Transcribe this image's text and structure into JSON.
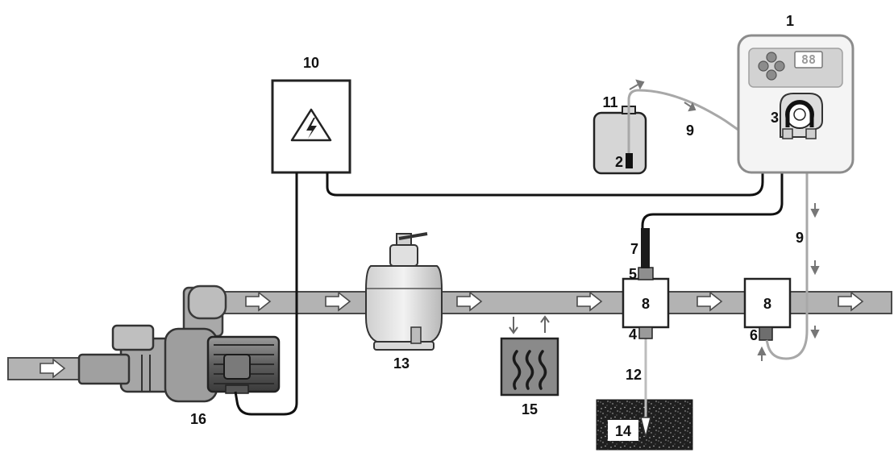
{
  "labels": {
    "controller": "1",
    "tank_probe": "2",
    "peristaltic_pump": "3",
    "earth_fitting": "4",
    "probe_holder": "5",
    "injection_valve": "6",
    "probe": "7",
    "pipe_saddle_a": "8",
    "pipe_saddle_b": "8",
    "tube_upper": "9",
    "tube_right": "9",
    "electrical_panel": "10",
    "chemical_tank": "11",
    "earth_wire": "12",
    "filter": "13",
    "ground": "14",
    "heater": "15",
    "pool_pump": "16"
  },
  "display_readout": "88",
  "colors": {
    "pipe_fill": "#b3b3b3",
    "pipe_stroke": "#4a4a4a",
    "device_fill": "#f0f0f0",
    "panel_fill": "#d6d6d6",
    "heater_fill": "#8a8a8a",
    "ground_fill": "#2a2a2a",
    "tube_color": "#a8a8a8",
    "cable_color": "#111111"
  },
  "icons": [
    "high-voltage-icon",
    "heat-waves-icon",
    "flow-arrow-icon",
    "dosing-arrow-icon",
    "button-pad-icon",
    "seven-segment-display-icon"
  ]
}
